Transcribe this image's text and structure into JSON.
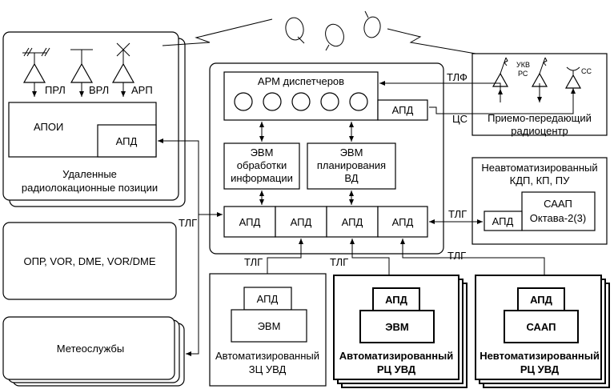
{
  "remote": {
    "antennas": [
      "ПРЛ",
      "ВРЛ",
      "АРП"
    ],
    "apoi": "АПОИ",
    "apd": "АПД",
    "caption_line1": "Удаленные",
    "caption_line2": "радиолокационные позиции"
  },
  "navaids": "ОПР, VOR, DME, VOR/DME",
  "meteo": "Метеослужбы",
  "center": {
    "arm": "АРМ диспетчеров",
    "arm_apd": "АПД",
    "evm1_line1": "ЭВМ",
    "evm1_line2": "обработки",
    "evm1_line3": "информации",
    "evm2_line1": "ЭВМ",
    "evm2_line2": "планирования",
    "evm2_line3": "ВД",
    "apd_row": [
      "АПД",
      "АПД",
      "АПД",
      "АПД"
    ]
  },
  "radio": {
    "ukv": "УКВ",
    "rs": "РС",
    "ss": "СС",
    "caption_line1": "Приемо-передающий",
    "caption_line2": "радиоцентр"
  },
  "links": {
    "tlf": "ТЛФ",
    "cs": "ЦС",
    "tlg_left": "ТЛГ",
    "tlg_right": "ТЛГ",
    "tlg_b1": "ТЛГ",
    "tlg_b2": "ТЛГ",
    "tlg_b3": "ТЛГ"
  },
  "kdp": {
    "caption_line1": "Неавтоматизированный",
    "caption_line2": "КДП, КП, ПУ",
    "apd": "АПД",
    "saap_line1": "СААП",
    "saap_line2": "Октава-2(3)"
  },
  "zc": {
    "apd": "АПД",
    "evm": "ЭВМ",
    "caption_line1": "Автоматизированный",
    "caption_line2": "ЗЦ УВД"
  },
  "rc_auto": {
    "apd": "АПД",
    "evm": "ЭВМ",
    "caption_line1": "Автоматизированный",
    "caption_line2": "РЦ УВД"
  },
  "rc_manual": {
    "apd": "АПД",
    "saap": "СААП",
    "caption_line1": "Невтоматизированный",
    "caption_line2": "РЦ УВД"
  }
}
